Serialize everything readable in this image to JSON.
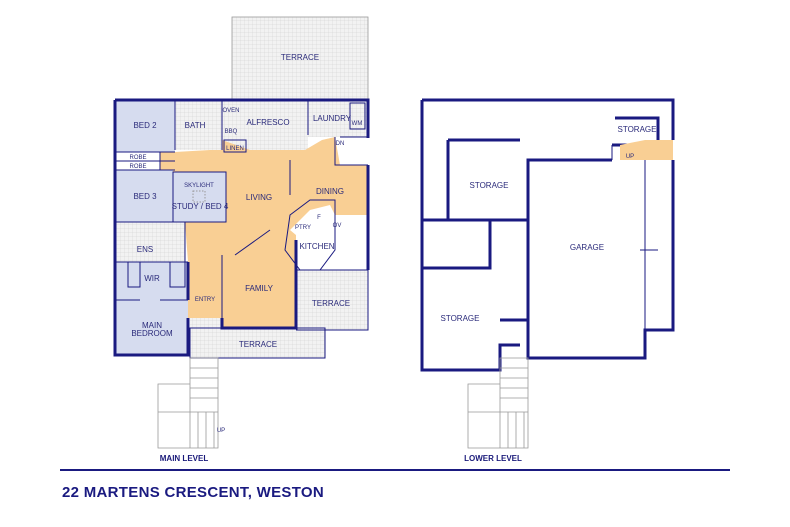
{
  "address": "22 MARTENS CRESCENT, WESTON",
  "colors": {
    "wall": "#1a1a80",
    "bedroom_fill": "#d6dcef",
    "living_fill": "#f9cf94",
    "terrace_fill": "#ececec"
  },
  "main_level": {
    "label": "MAIN LEVEL",
    "rooms": {
      "terrace_top": "TERRACE",
      "bed2": "BED 2",
      "bath": "BATH",
      "oven": "OVEN",
      "bbq": "BBQ",
      "alfresco": "ALFRESCO",
      "laundry": "LAUNDRY",
      "wm": "WM",
      "linen": "LINEN",
      "dn": "DN",
      "robe1": "ROBE",
      "robe2": "ROBE",
      "skylight": "SKYLIGHT",
      "study": "STUDY / BED 4",
      "bed3": "BED 3",
      "living": "LIVING",
      "dining": "DINING",
      "ptry": "PTRY",
      "f": "F",
      "ov": "OV",
      "kitchen": "KITCHEN",
      "ens": "ENS",
      "wir": "WIR",
      "entry": "ENTRY",
      "family": "FAMILY",
      "terrace_right": "TERRACE",
      "main_bedroom_1": "MAIN",
      "main_bedroom_2": "BEDROOM",
      "terrace_bottom": "TERRACE",
      "up": "UP"
    }
  },
  "lower_level": {
    "label": "LOWER LEVEL",
    "rooms": {
      "storage_small": "STORAGE",
      "up": "UP",
      "storage_top": "STORAGE",
      "garage": "GARAGE",
      "storage_bottom": "STORAGE"
    }
  }
}
